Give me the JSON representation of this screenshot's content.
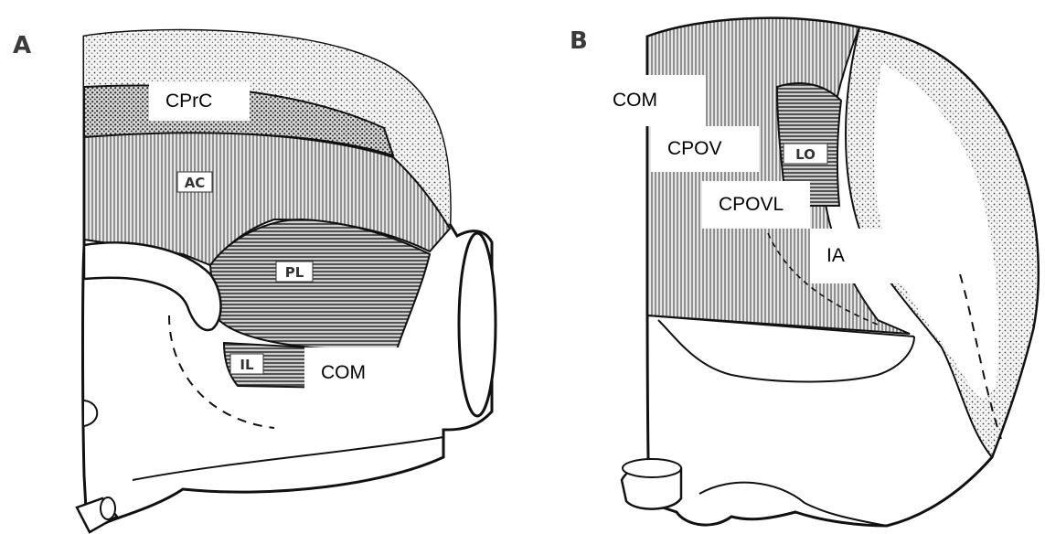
{
  "panels": [
    {
      "letter": "A",
      "inset_labels": [
        "AC",
        "PL",
        "IL"
      ],
      "overlay_labels": [
        "CPrC",
        "COM"
      ]
    },
    {
      "letter": "B",
      "inset_labels": [
        "LO"
      ],
      "overlay_labels": [
        "COM",
        "CPOV",
        "CPOVL",
        "IA"
      ]
    }
  ]
}
